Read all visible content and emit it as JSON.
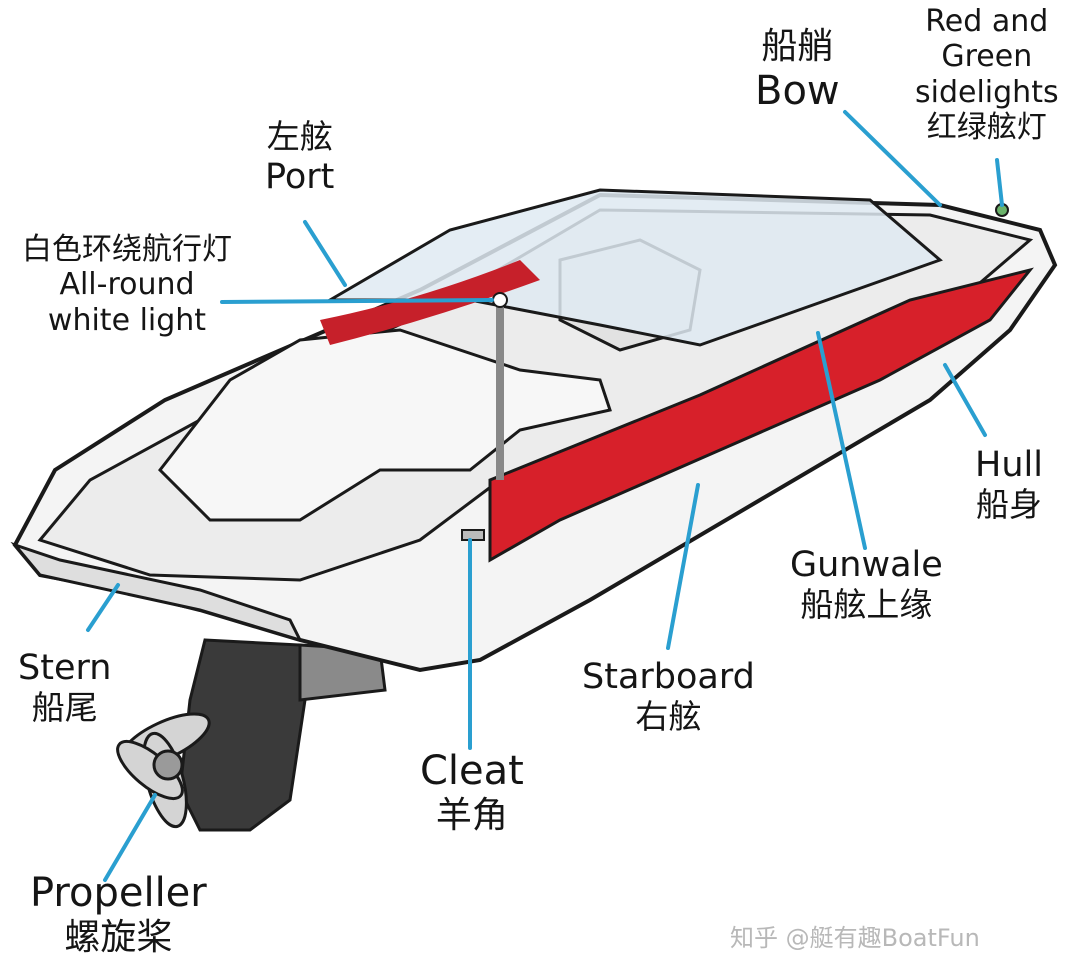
{
  "labels": {
    "bow": {
      "zh": "船艄",
      "en": "Bow"
    },
    "sidelights": {
      "en1": "Red and",
      "en2": "Green",
      "en3": "sidelights",
      "zh": "红绿舷灯"
    },
    "port": {
      "zh": "左舷",
      "en": "Port"
    },
    "white_light": {
      "zh": "白色环绕航行灯",
      "en1": "All-round",
      "en2": "white light"
    },
    "hull": {
      "en": "Hull",
      "zh": "船身"
    },
    "gunwale": {
      "en": "Gunwale",
      "zh": "船舷上缘"
    },
    "stern": {
      "en": "Stern",
      "zh": "船尾"
    },
    "starboard": {
      "en": "Starboard",
      "zh": "右舷"
    },
    "cleat": {
      "en": "Cleat",
      "zh": "羊角"
    },
    "propeller": {
      "en": "Propeller",
      "zh": "螺旋桨"
    }
  },
  "watermark": "知乎 @艇有趣BoatFun",
  "colors": {
    "leader_line": "#2a9fd0",
    "hull_stripe": "#d7202a",
    "outline": "#1a1a1a",
    "hull_fill": "#f4f4f4",
    "glass": "#dfeaf2"
  }
}
